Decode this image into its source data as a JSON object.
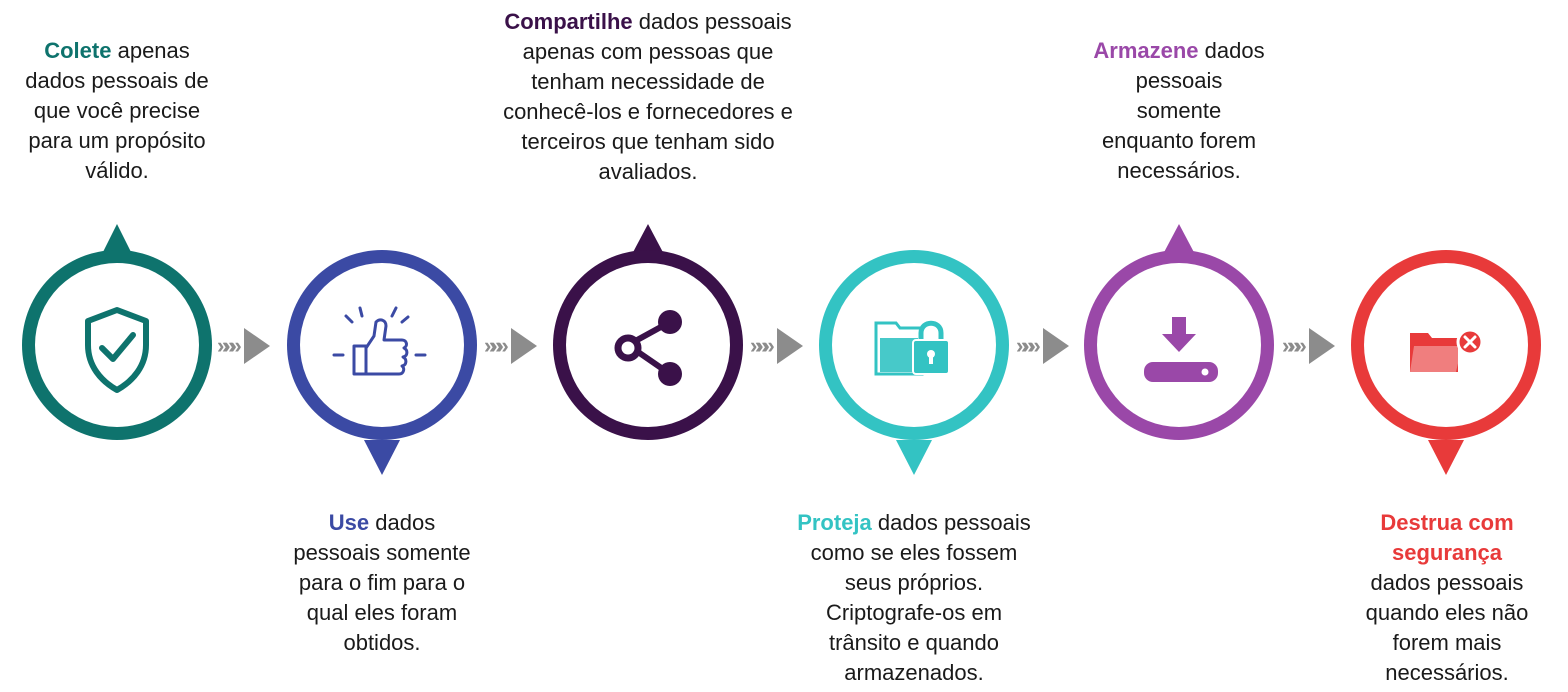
{
  "steps": [
    {
      "id": "colete",
      "color": "#0e736d",
      "icon": "shield-check-icon",
      "pointer": "up",
      "keyword": "Colete",
      "lines": [
        "apenas",
        "dados pessoais de",
        "que você precise",
        "para um propósito",
        "válido."
      ]
    },
    {
      "id": "use",
      "color": "#3b4aa4",
      "icon": "thumbs-up-icon",
      "pointer": "down",
      "keyword": "Use",
      "lines": [
        "dados",
        "pessoais somente",
        "para o fim para o",
        "qual eles foram",
        "obtidos."
      ]
    },
    {
      "id": "compartilhe",
      "color": "#3a1149",
      "icon": "share-icon",
      "pointer": "up",
      "keyword": "Compartilhe",
      "lines": [
        "dados pessoais",
        "apenas com pessoas que",
        "tenham necessidade de",
        "conhecê-los e fornecedores e",
        "terceiros que tenham sido",
        "avaliados."
      ]
    },
    {
      "id": "proteja",
      "color": "#33c3c3",
      "icon": "folder-lock-icon",
      "pointer": "down",
      "keyword": "Proteja",
      "lines": [
        "dados pessoais",
        "como se eles fossem",
        "seus próprios.",
        "Criptografe-os em",
        "trânsito e quando",
        "armazenados."
      ]
    },
    {
      "id": "armazene",
      "color": "#9a48a8",
      "icon": "download-drive-icon",
      "pointer": "up",
      "keyword": "Armazene",
      "lines": [
        "dados",
        "pessoais",
        "somente",
        "enquanto forem",
        "necessários."
      ]
    },
    {
      "id": "destrua",
      "color": "#e83a3a",
      "icon": "folder-delete-icon",
      "pointer": "down",
      "keyword": "Destrua com",
      "keyword2": "segurança",
      "lines": [
        "dados pessoais",
        "quando eles não",
        "forem mais",
        "necessários."
      ]
    }
  ],
  "connector": {
    "chevrons": "»»»",
    "color": "#8c8c8c"
  }
}
